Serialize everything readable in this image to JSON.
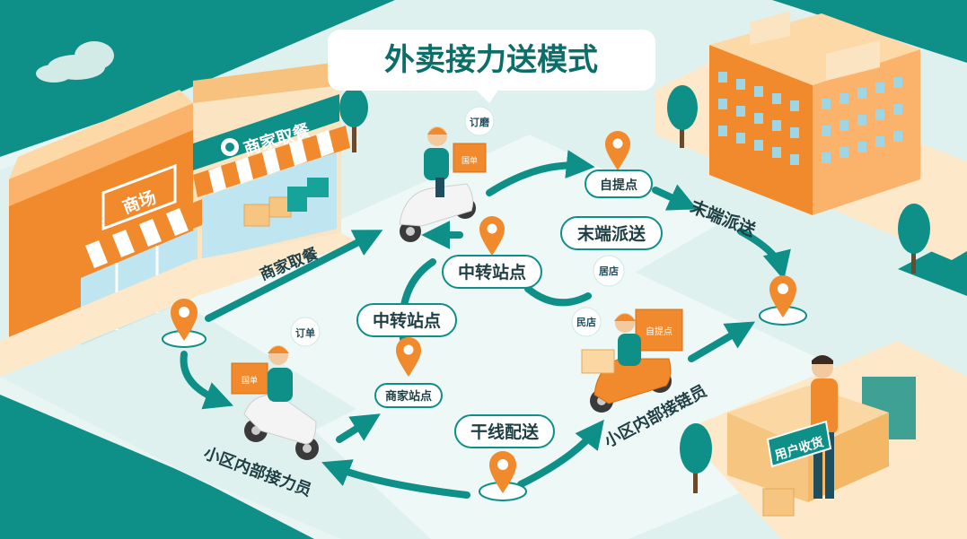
{
  "title": "外卖接力送模式",
  "signs": {
    "mall": "商场",
    "merchant_pickup": "商家取餐",
    "customer_receive": "用户收货"
  },
  "labels": {
    "merchant_pickup": "商家取餐",
    "relay_station_top": "中转站点",
    "relay_station_mid": "中转站点",
    "merchant_station": "商家站点",
    "self_pickup": "自提点",
    "last_mile": "末端派送",
    "last_mile_2": "末端派送",
    "trunk_delivery": "干线配送",
    "community_courier_left": "小区内部接力员",
    "community_courier_right": "小区内部接链员"
  },
  "badges": {
    "order_top": "订磨",
    "order_left": "订单",
    "residence_a": "居店",
    "residence_b": "民店",
    "box_top": "国单",
    "box_left": "国单",
    "box_right": "自提点"
  },
  "colors": {
    "teal": "#0e8f87",
    "orange": "#f08a2c",
    "light_bg": "#dff1ee",
    "cream": "#fde9c9"
  }
}
